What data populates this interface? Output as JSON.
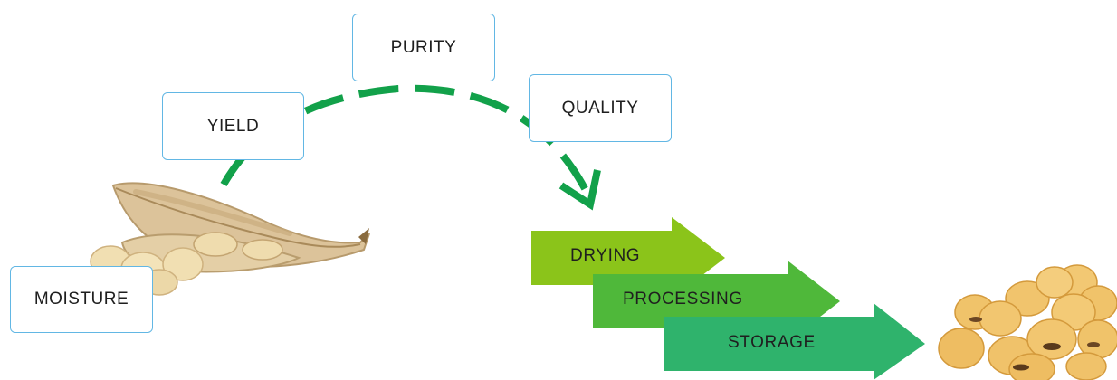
{
  "labels": {
    "purity": "PURITY",
    "yield": "YIELD",
    "quality": "QUALITY",
    "moisture": "MOISTURE"
  },
  "process_steps": {
    "drying": "DRYING",
    "processing": "PROCESSING",
    "storage": "STORAGE"
  },
  "colors": {
    "dashed_arrow": "#12a14a",
    "box_border": "#62b7e4",
    "drying_arrow": "#8bc41a",
    "processing_arrow": "#4fb83a",
    "storage_arrow": "#2fb36c"
  },
  "illustrations": {
    "left": "soybean-pod-icon",
    "right": "soybean-pile-icon"
  }
}
